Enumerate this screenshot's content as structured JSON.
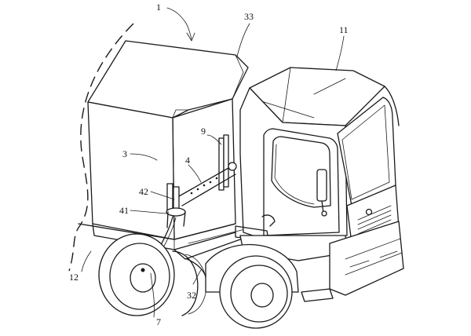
{
  "labels": {
    "l1": "1",
    "l33": "33",
    "l11": "11",
    "l9": "9",
    "l3": "3",
    "l4": "4",
    "l42": "42",
    "l41": "41",
    "l12": "12",
    "l32": "32",
    "l7": "7"
  },
  "colors": {
    "ink": "#1a1a1a",
    "paper": "#ffffff"
  }
}
